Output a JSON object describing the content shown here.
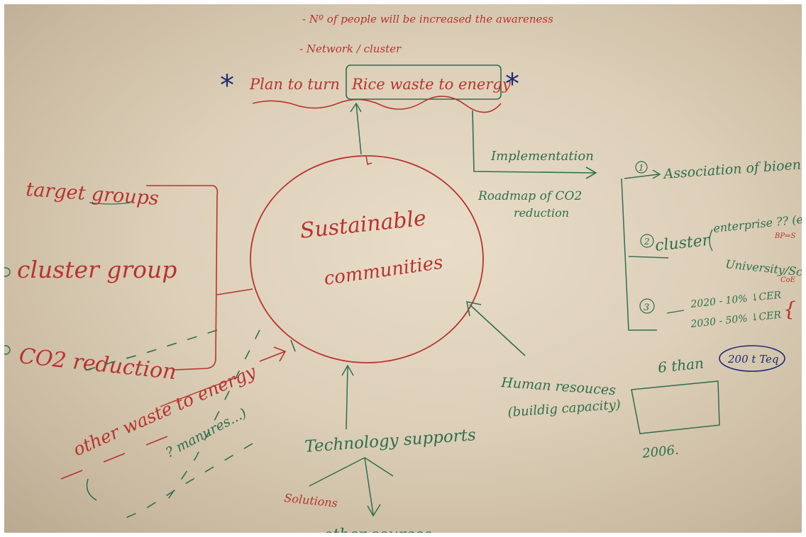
{
  "whiteboard": {
    "top_notes": [
      "- Nº of people will be increased the awareness",
      "- Network / cluster"
    ],
    "plan": {
      "star_left": "*",
      "prefix": "Plan to turn",
      "boxed": "Rice waste to energy",
      "star_right": "*"
    },
    "center_circle": {
      "line1": "Sustainable",
      "line2": "communities"
    },
    "left_branch": {
      "items": [
        "target groups",
        "cluster group",
        "CO2 reduction"
      ]
    },
    "bottom_left": {
      "other_waste": "other waste to energy",
      "manures": "? manures...)"
    },
    "technology": {
      "label": "Technology supports",
      "solutions": "Solutions",
      "cut_off": "other sources"
    },
    "human_resources": {
      "line1": "Human resouces",
      "line2": "(buildig capacity)"
    },
    "implementation": {
      "label": "Implementation",
      "roadmap_line1": "Roadmap of CO2",
      "roadmap_line2": "reduction"
    },
    "right_list": {
      "item1_num": "1",
      "item1_text": "Association of bioenergy",
      "item2_num": "2",
      "item2_text": "cluster",
      "item2_detail1": "enterprise ?? (en",
      "item2_detail2": "BP⇒S",
      "item2_detail3": "University/School",
      "item2_detail4": "CoE",
      "item3_num": "3",
      "item3_line1": "2020 - 10% ↓CER",
      "item3_line2": "2030 - 50% ↓CER",
      "item3_brace": "{",
      "six_than": "6 than",
      "circled": "200 t Teq",
      "year": "2006."
    },
    "colors": {
      "board": "#e3d6c1",
      "red_marker": "#b8332e",
      "green_marker": "#2f6f4e",
      "blue_marker": "#1c2a78"
    }
  }
}
